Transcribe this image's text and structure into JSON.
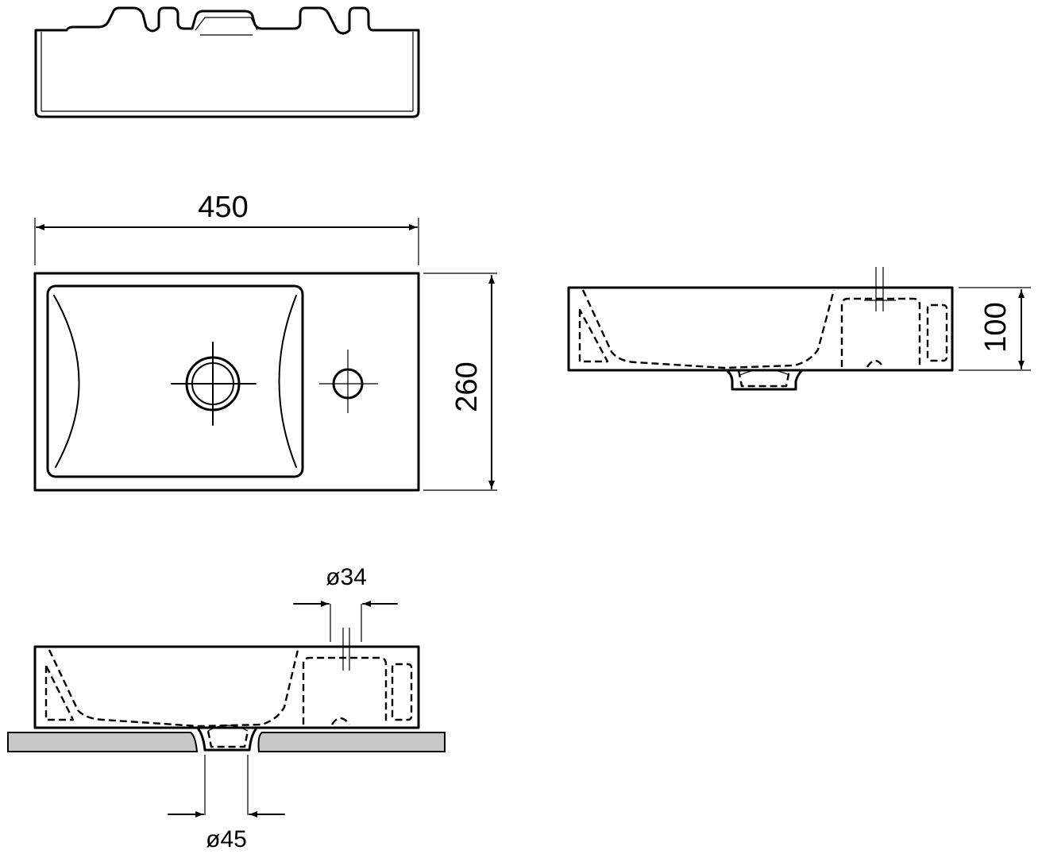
{
  "dimensions": {
    "width": "450",
    "depth": "260",
    "height": "100",
    "tap_hole": "ø34",
    "waste_outlet": "ø45"
  },
  "colors": {
    "line": "#000000",
    "countertop_fill": "#c8c8c8",
    "background": "#ffffff"
  },
  "icons": {
    "diameter_symbol": "ø"
  }
}
